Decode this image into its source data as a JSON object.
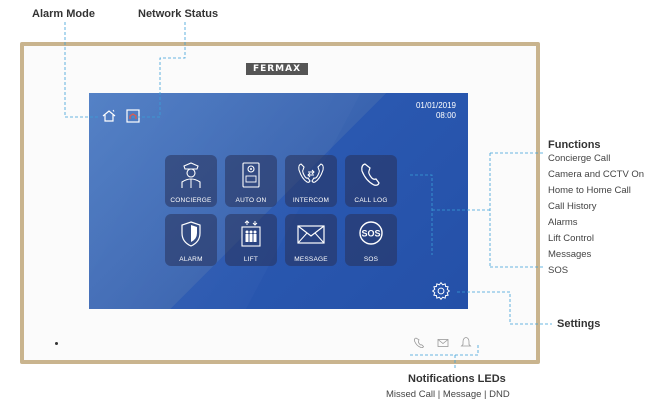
{
  "annotations": {
    "alarm_mode": "Alarm Mode",
    "network_status": "Network Status",
    "functions_title": "Functions",
    "functions": [
      "Concierge Call",
      "Camera and CCTV On",
      "Home to Home Call",
      "Call History",
      "Alarms",
      "Lift Control",
      "Messages",
      "SOS"
    ],
    "settings": "Settings",
    "notifications_title": "Notifications LEDs",
    "notifications_detail": "Missed Call | Message | DND"
  },
  "device": {
    "brand": "FERMAX",
    "date": "01/01/2019",
    "time": "08:00"
  },
  "tiles": [
    {
      "label": "CONCIERGE",
      "icon": "concierge-icon"
    },
    {
      "label": "AUTO ON",
      "icon": "camera-panel-icon"
    },
    {
      "label": "INTERCOM",
      "icon": "intercom-icon"
    },
    {
      "label": "CALL LOG",
      "icon": "phone-icon"
    },
    {
      "label": "ALARM",
      "icon": "shield-icon"
    },
    {
      "label": "LIFT",
      "icon": "lift-icon"
    },
    {
      "label": "MESSAGE",
      "icon": "envelope-icon"
    },
    {
      "label": "SOS",
      "icon": "sos-icon"
    }
  ],
  "colors": {
    "screen_blue": "#3a64b0",
    "frame_gold": "#c9b48e",
    "annotation_line": "#3aa0d8"
  }
}
